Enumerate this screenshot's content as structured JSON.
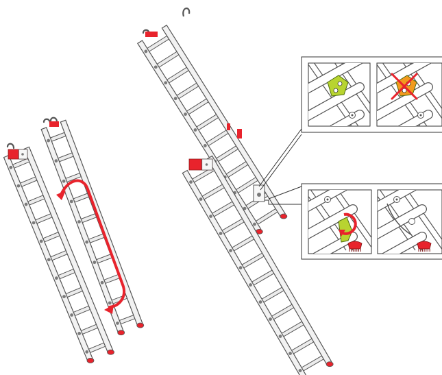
{
  "colors": {
    "background": "#ffffff",
    "rail_fill": "#f2f2f2",
    "rail_stroke": "#555555",
    "rung_fill": "#ececec",
    "rivet": "#7a7a7a",
    "accent_red": "#e8232c",
    "hook_yellow_green": "#b8d430",
    "hook_orange": "#f29a1e",
    "cross_red": "#e8232c",
    "panel_border": "#333333"
  },
  "figures": [
    {
      "name": "ladder-collapsed",
      "description_icon": "extension-arrow-icon"
    },
    {
      "name": "ladder-extended",
      "description_icon": "callout-icon"
    }
  ],
  "detail_panels": [
    {
      "name": "detail-hook-correct",
      "state": "correct",
      "icon": "hook-engaged-icon"
    },
    {
      "name": "detail-hook-incorrect",
      "state": "incorrect",
      "icon": "cross-icon"
    },
    {
      "name": "detail-hook-rotate",
      "state": "rotate",
      "icon": "rotate-arrow-icon"
    },
    {
      "name": "detail-hook-locked",
      "state": "locked",
      "icon": "hook-locked-icon"
    }
  ]
}
